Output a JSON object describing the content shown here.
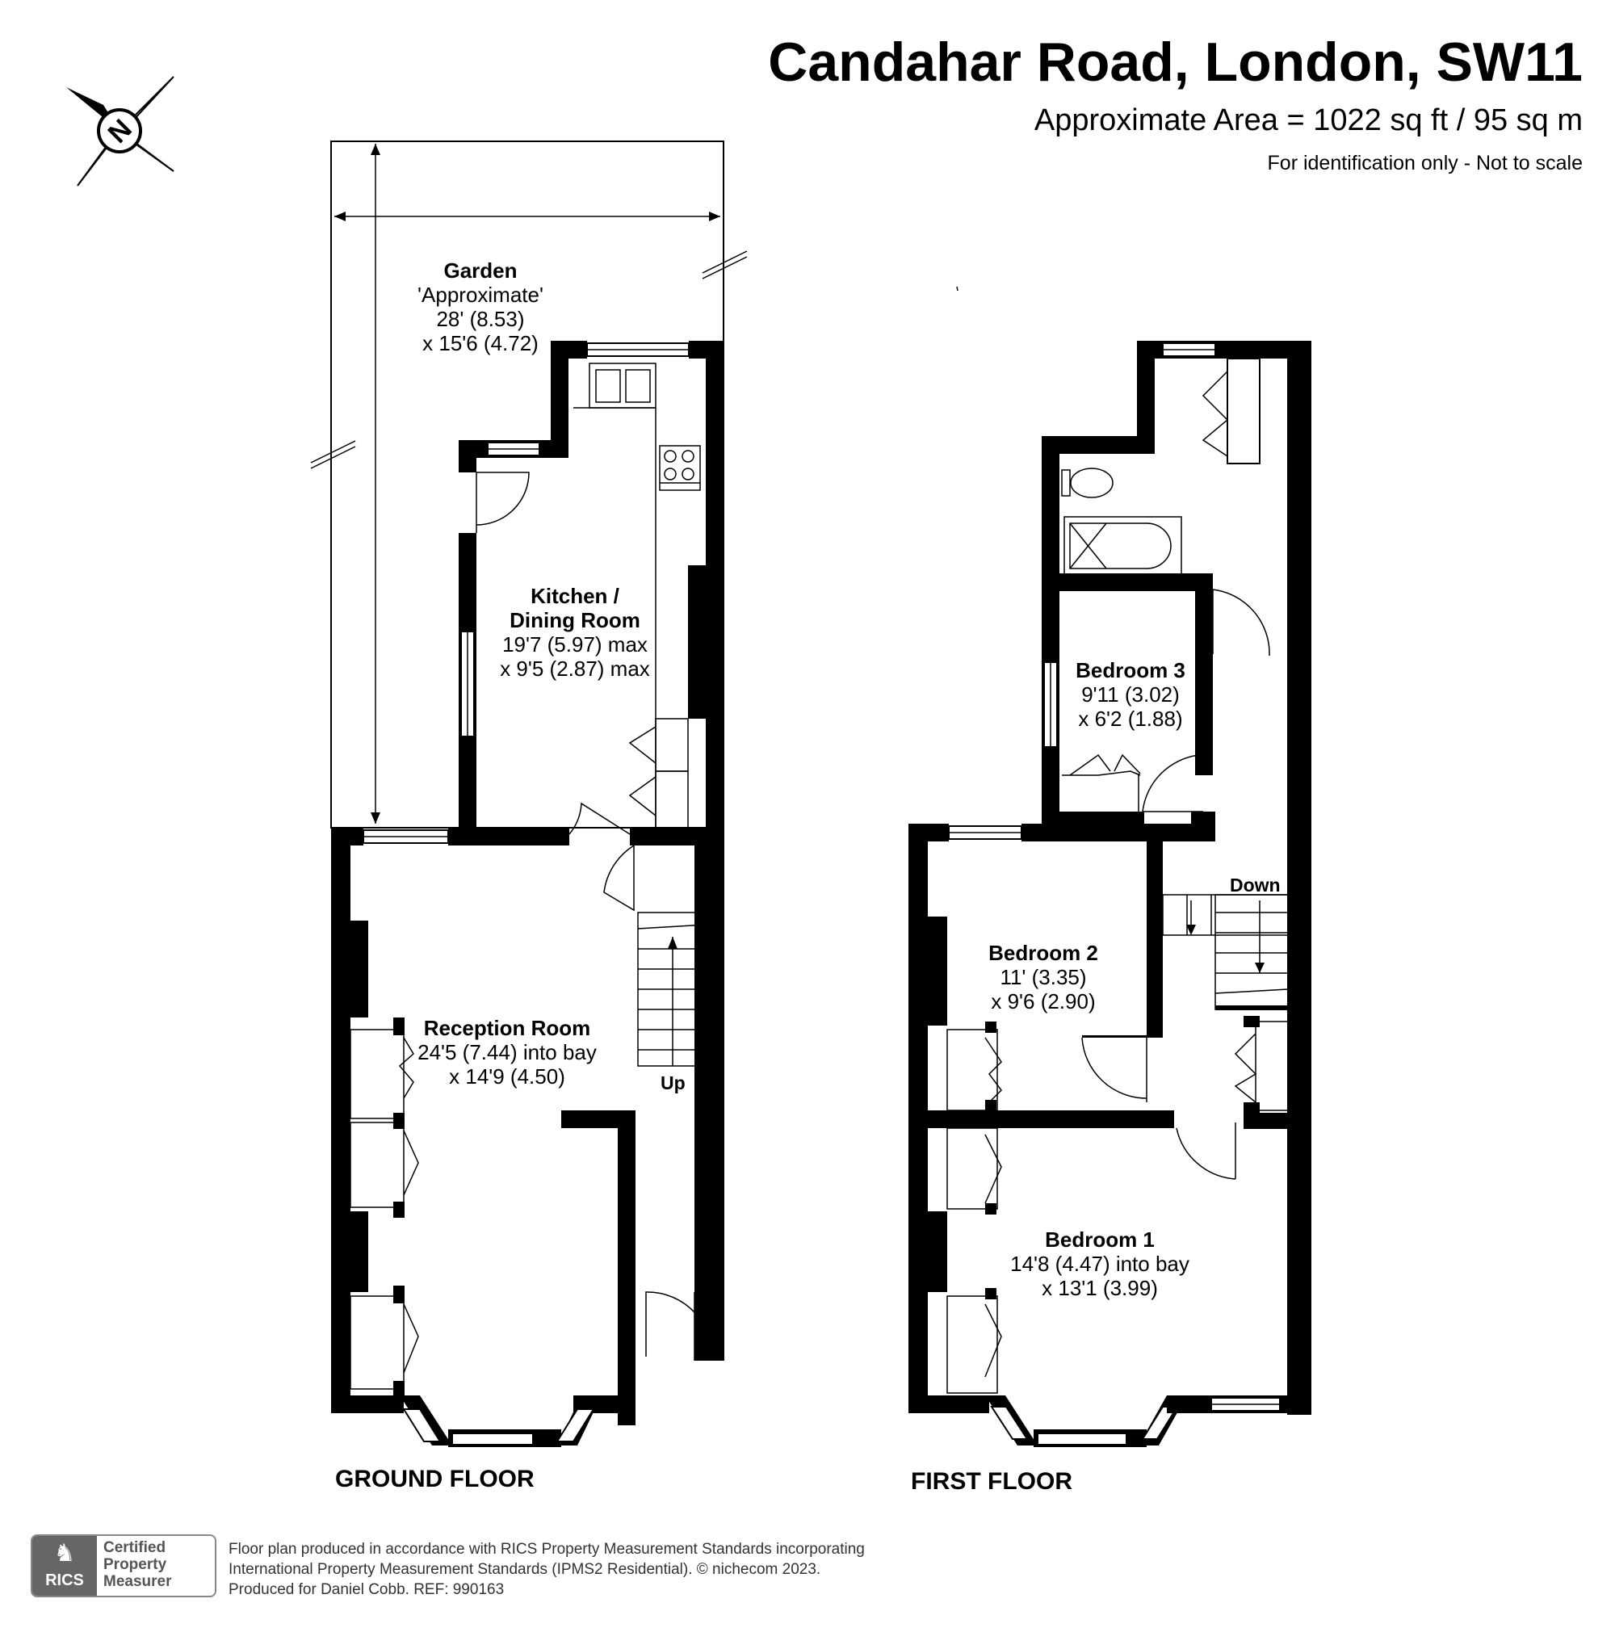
{
  "header": {
    "title": "Candahar Road, London, SW11",
    "area": "Approximate Area = 1022 sq ft / 95 sq m",
    "note": "For identification only - Not to scale"
  },
  "compass": {
    "icon": "north-compass-icon",
    "letter": "N"
  },
  "floors": {
    "ground": "GROUND FLOOR",
    "first": "FIRST FLOOR"
  },
  "rooms": {
    "garden": {
      "name": "Garden",
      "line1": "'Approximate'",
      "line2": "28' (8.53)",
      "line3": "x 15'6 (4.72)"
    },
    "kitchen": {
      "name1": "Kitchen /",
      "name2": "Dining Room",
      "line1": "19'7 (5.97) max",
      "line2": "x 9'5 (2.87) max"
    },
    "reception": {
      "name": "Reception Room",
      "line1": "24'5 (7.44) into bay",
      "line2": "x 14'9 (4.50)"
    },
    "bedroom3": {
      "name": "Bedroom 3",
      "line1": "9'11 (3.02)",
      "line2": "x 6'2 (1.88)"
    },
    "bedroom2": {
      "name": "Bedroom 2",
      "line1": "11' (3.35)",
      "line2": "x 9'6 (2.90)"
    },
    "bedroom1": {
      "name": "Bedroom 1",
      "line1": "14'8 (4.47) into bay",
      "line2": "x 13'1 (3.99)"
    }
  },
  "stairs": {
    "up": "Up",
    "down": "Down"
  },
  "footer": {
    "line1": "Floor plan produced in accordance with RICS Property Measurement Standards incorporating",
    "line2": "International Property Measurement Standards (IPMS2 Residential).   © nichecom 2023.",
    "line3": "Produced for Daniel Cobb.   REF:  990163"
  },
  "badge": {
    "logo": "RICS",
    "icon": "rics-lion-icon",
    "line1": "Certified",
    "line2": "Property",
    "line3": "Measurer"
  },
  "colors": {
    "wall": "#000000",
    "background": "#ffffff",
    "footer_text": "#333333",
    "badge_grey": "#666666"
  }
}
